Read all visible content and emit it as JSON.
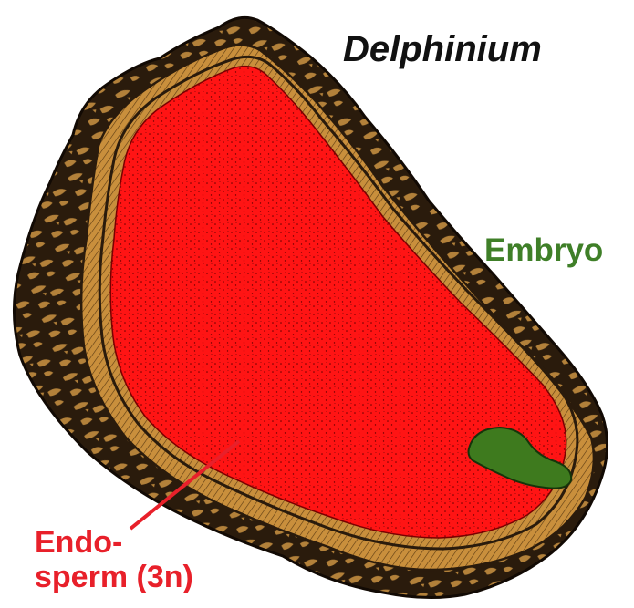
{
  "labels": {
    "genus": "Delphinium",
    "embryo": "Embryo",
    "endosperm_line1": "Endo-",
    "endosperm_line2": "sperm (3n)"
  },
  "colors": {
    "seed_coat": "#c98f3c",
    "seed_coat_dark": "#1f140a",
    "endosperm": "#ff1414",
    "embryo": "#3e7a1e",
    "genus_text": "#111111",
    "embryo_text": "#3f7f28",
    "endosperm_text": "#e8202a",
    "pointer_line": "#e8202a"
  },
  "icons": {
    "seed": "seed-cross-section",
    "embryo": "embryo-shape",
    "pointer": "label-pointer-line"
  }
}
